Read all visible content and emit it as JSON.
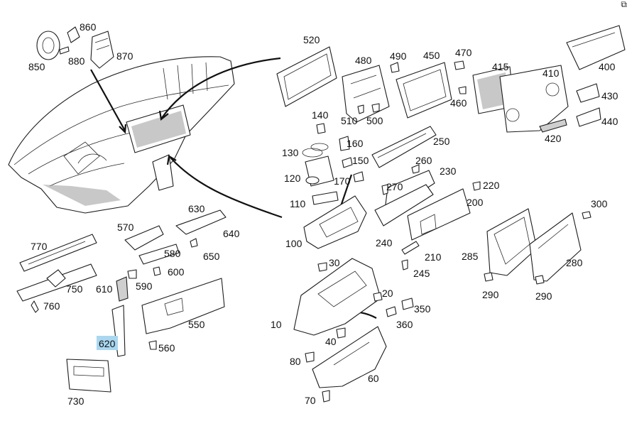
{
  "diagram": {
    "corner_icon": "copy-icon",
    "highlighted_label": "620",
    "part_labels": {
      "p10": "10",
      "p20": "20",
      "p30": "30",
      "p40": "40",
      "p60": "60",
      "p70": "70",
      "p80": "80",
      "p100": "100",
      "p110": "110",
      "p120": "120",
      "p130": "130",
      "p140": "140",
      "p150": "150",
      "p160": "160",
      "p170": "170",
      "p200": "200",
      "p210": "210",
      "p220": "220",
      "p230": "230",
      "p240": "240",
      "p245": "245",
      "p250": "250",
      "p260": "260",
      "p270": "270",
      "p280": "280",
      "p285": "285",
      "p290a": "290",
      "p290b": "290",
      "p300": "300",
      "p350": "350",
      "p360": "360",
      "p400": "400",
      "p410": "410",
      "p415": "415",
      "p420": "420",
      "p430": "430",
      "p440": "440",
      "p450": "450",
      "p460": "460",
      "p470": "470",
      "p480": "480",
      "p490": "490",
      "p500": "500",
      "p510": "510",
      "p520": "520",
      "p550": "550",
      "p560": "560",
      "p570": "570",
      "p580": "580",
      "p590": "590",
      "p600": "600",
      "p610": "610",
      "p620": "620",
      "p630": "630",
      "p640": "640",
      "p650": "650",
      "p730": "730",
      "p750": "750",
      "p760": "760",
      "p770": "770",
      "p850": "850",
      "p860": "860",
      "p870": "870",
      "p880": "880"
    }
  }
}
